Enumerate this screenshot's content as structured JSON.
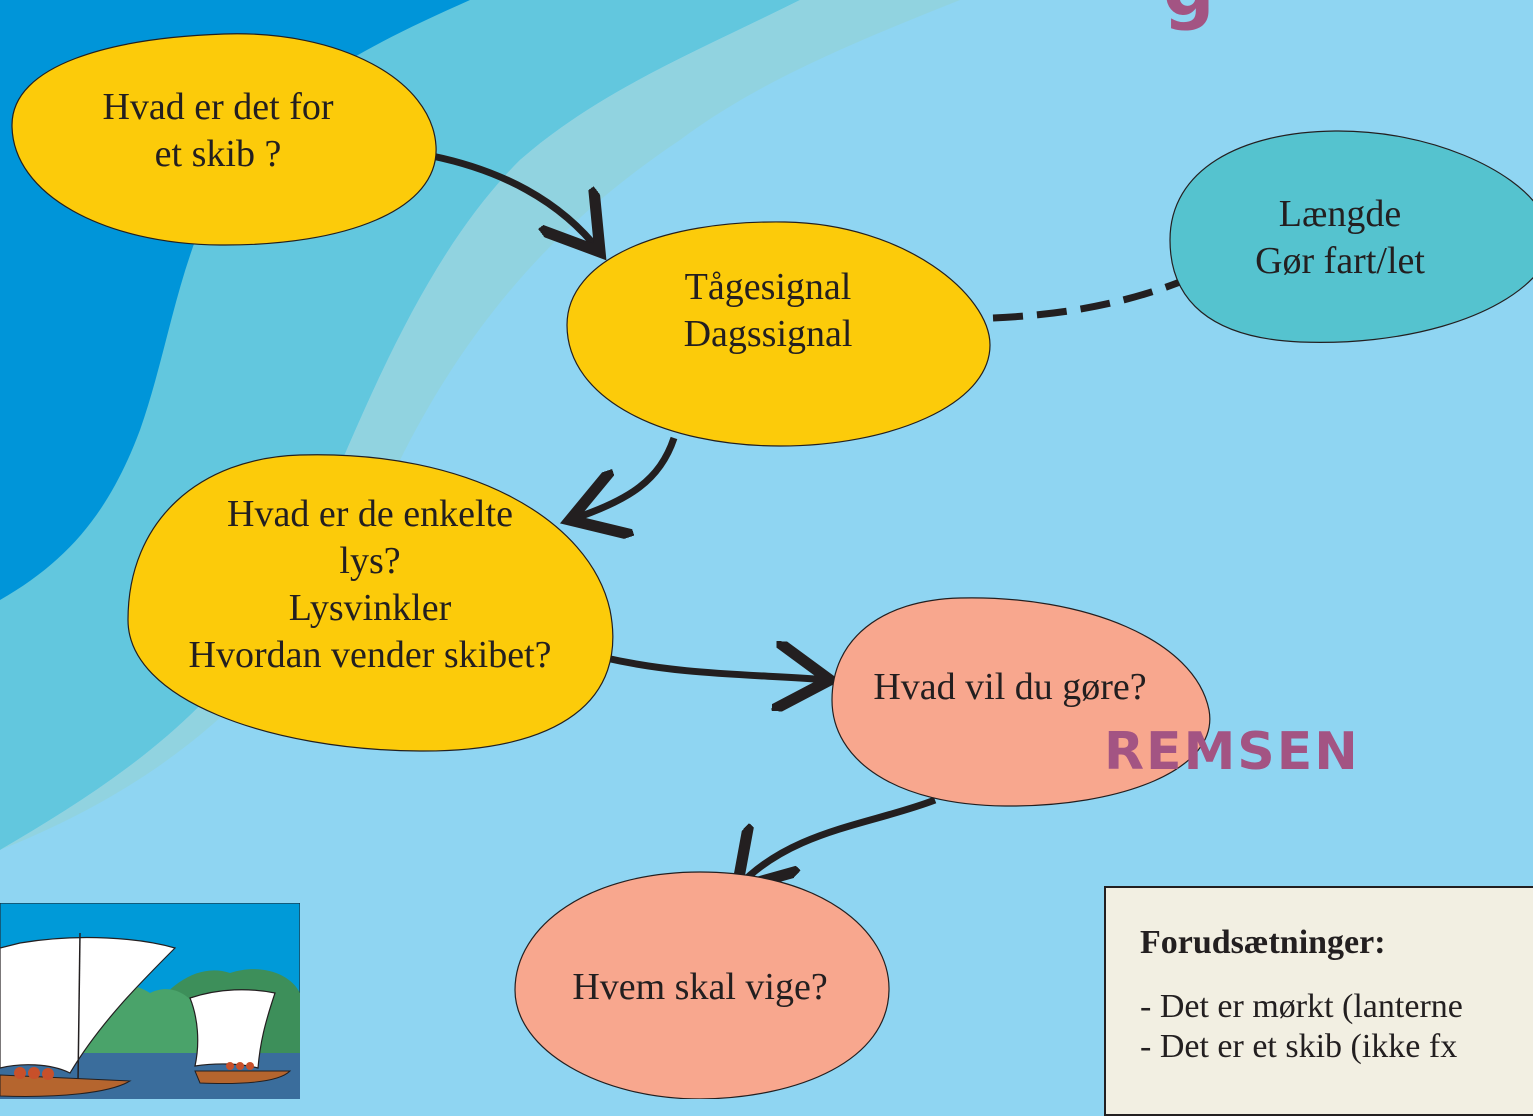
{
  "title_fragment": "g",
  "colors": {
    "sea_light": "#8fd5f2",
    "sea_mid": "#62c7de",
    "sea_band": "#91d3e0",
    "sea_deep": "#0095d9",
    "yellow_node": "#fccb0a",
    "teal_node": "#55c3cf",
    "salmon_node": "#f8a78e",
    "accent_purple": "#a35483",
    "assumption_bg": "#f2efe2"
  },
  "nodes": {
    "ship_type": {
      "lines": [
        "Hvad er det for",
        "et skib ?"
      ]
    },
    "signals": {
      "lines": [
        "Tågesignal",
        "Dagssignal"
      ]
    },
    "length_speed": {
      "lines": [
        "Længde",
        "Gør fart/let"
      ]
    },
    "lights": {
      "lines": [
        "Hvad er de enkelte",
        "lys?",
        "Lysvinkler",
        "Hvordan vender skibet?"
      ]
    },
    "action": {
      "lines": [
        "Hvad vil du gøre?"
      ]
    },
    "give_way": {
      "lines": [
        "Hvem skal vige?"
      ]
    }
  },
  "remsen_label": "REMSEN",
  "assumptions": {
    "heading": "Forudsætninger:",
    "items": [
      "- Det er mørkt (lanterne",
      "- Det er et skib (ikke fx"
    ]
  }
}
